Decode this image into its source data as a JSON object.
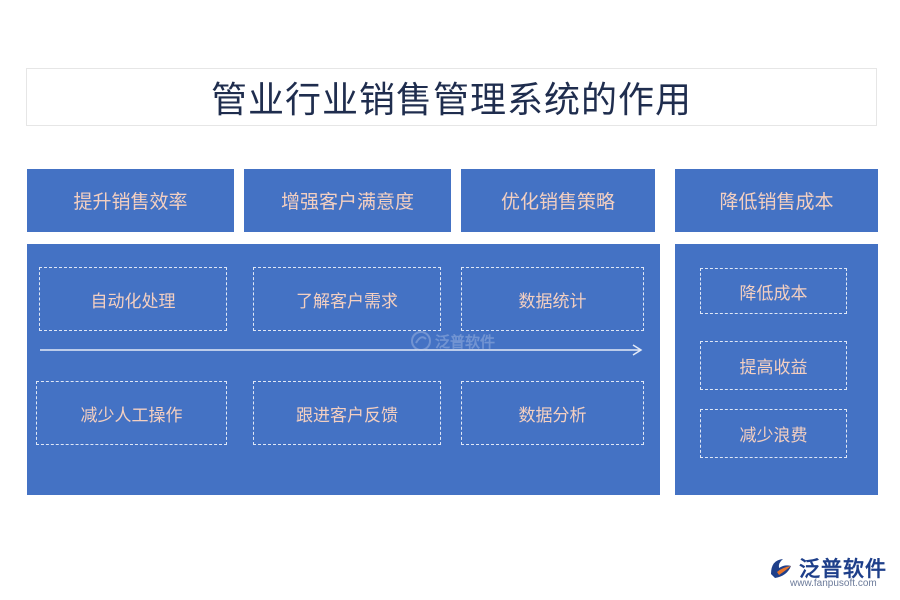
{
  "title": "管业行业销售管理系统的作用",
  "headers": [
    "提升销售效率",
    "增强客户满意度",
    "优化销售策略",
    "降低销售成本"
  ],
  "main_panel": {
    "top_row": [
      "自动化处理",
      "了解客户需求",
      "数据统计"
    ],
    "bottom_row": [
      "减少人工操作",
      "跟进客户反馈",
      "数据分析"
    ]
  },
  "side_panel": {
    "items": [
      "降低成本",
      "提高收益",
      "减少浪费"
    ]
  },
  "watermark": "泛普软件",
  "logo": {
    "name": "泛普软件",
    "url": "www.fanpusoft.com"
  },
  "colors": {
    "box_fill": "#4472c4",
    "box_text": "#f3cfc1",
    "title_text": "#1f2d4e",
    "logo_blue": "#1e3f8a",
    "logo_orange": "#e8742a"
  }
}
